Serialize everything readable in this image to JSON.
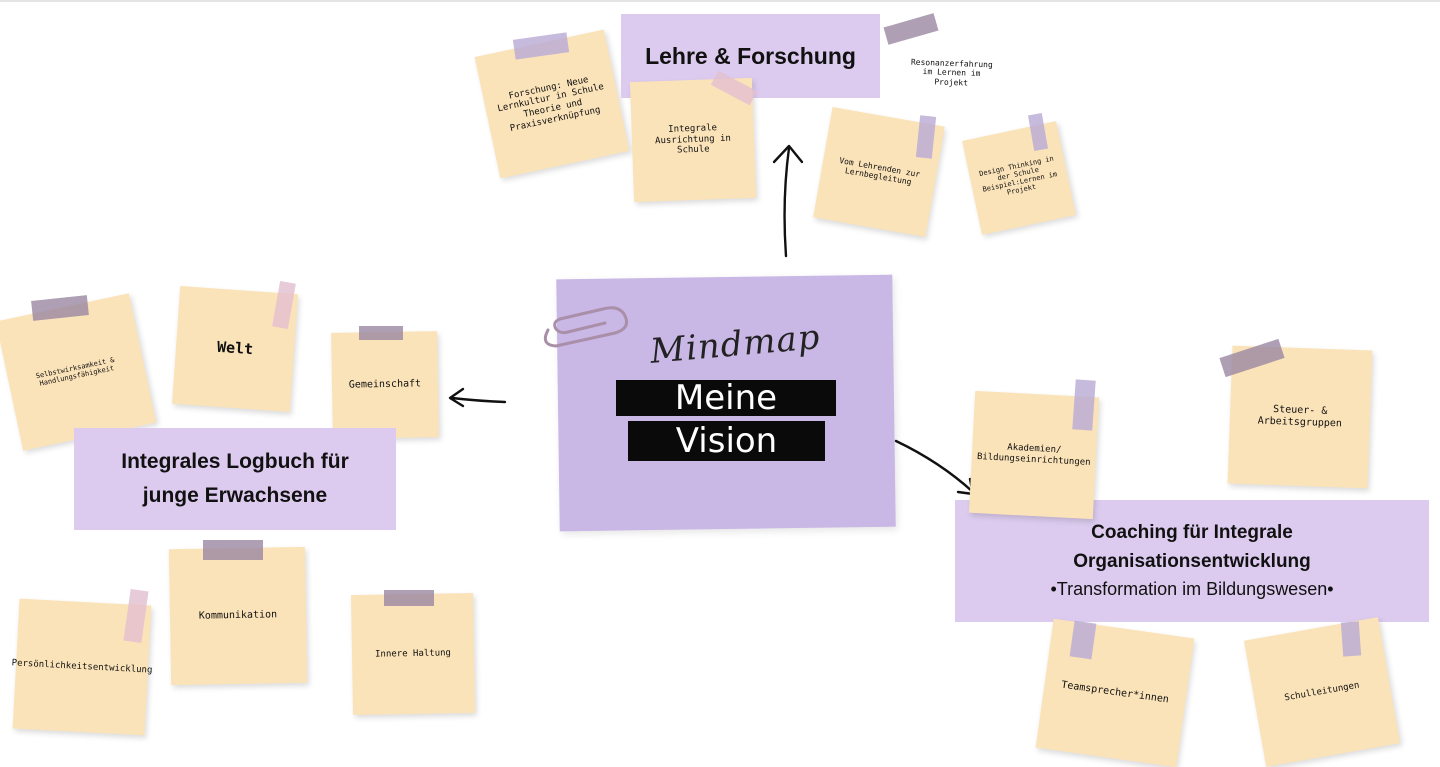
{
  "center": {
    "script": "Mindmap",
    "line1": "Meine",
    "line2": "Vision"
  },
  "branches": {
    "top": {
      "title": "Lehre & Forschung",
      "notes": {
        "forschung": "Forschung: Neue Lernkultur in Schule Theorie und Praxisverknüpfung",
        "integrale": "Integrale Ausrichtung in Schule",
        "lehrende": "Vom Lehrenden zur Lernbegleitung",
        "resonanz": "Resonanzerfahrung im Lernen im Projekt",
        "design": "Design Thinking in der Schule Beispiel:Lernen im Projekt"
      }
    },
    "left": {
      "title_line1": "Integrales Logbuch für",
      "title_line2": "junge Erwachsene",
      "notes": {
        "selbst": "Selbstwirksamkeit & Handlungsfähigkeit",
        "welt": "Welt",
        "gemeinschaft": "Gemeinschaft",
        "kommunikation": "Kommunikation",
        "haltung": "Innere Haltung",
        "persoenlichkeit": "Persönlichkeitsentwicklung"
      }
    },
    "right": {
      "title_line1": "Coaching für Integrale",
      "title_line2": "Organisationsentwicklung",
      "subtitle": "•Transformation im Bildungswesen•",
      "notes": {
        "akademien": "Akademien/ Bildungseinrichtungen",
        "steuer": "Steuer- & Arbeitsgruppen",
        "team": "Teamsprecher*innen",
        "schulleitungen": "Schulleitungen"
      }
    }
  },
  "colors": {
    "note": "#fbe3b9",
    "label": "#dccbef",
    "center": "#c9b7e6",
    "tape_lilac": "#b9abd6",
    "tape_mauve": "#9c8aa3",
    "tape_pink": "#e3bfd0"
  }
}
